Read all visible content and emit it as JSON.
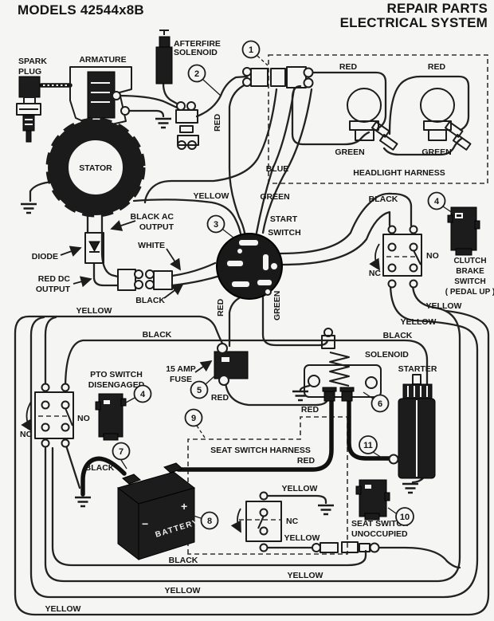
{
  "header": {
    "models": "MODELS 42544x8B",
    "title_line1": "REPAIR PARTS",
    "title_line2": "ELECTRICAL SYSTEM"
  },
  "colors": {
    "ink": "#1c1c1c",
    "paper": "#f5f5f3"
  },
  "components": {
    "spark_plug_1": "SPARK",
    "spark_plug_2": "PLUG",
    "armature": "ARMATURE",
    "afterfire_1": "AFTERFIRE",
    "afterfire_2": "SOLENOID",
    "stator": "STATOR",
    "headlight_harness": "HEADLIGHT HARNESS",
    "start_switch_1": "START",
    "start_switch_2": "SWITCH",
    "clutch_1": "CLUTCH",
    "clutch_2": "BRAKE",
    "clutch_3": "SWITCH",
    "clutch_4": "( PEDAL UP )",
    "clutch_no": "NO",
    "clutch_nc": "NC",
    "pto_1": "PTO SWITCH",
    "pto_2": "DISENGAGED",
    "pto_no": "NO",
    "pto_nc": "NC",
    "fuse_1": "15 AMP",
    "fuse_2": "FUSE",
    "solenoid": "SOLENOID",
    "starter": "STARTER",
    "battery": "BATTERY",
    "battery_plus": "+",
    "battery_minus": "−",
    "seat_harness": "SEAT SWITCH HARNESS",
    "seat_unoccupied_1": "SEAT SWITCH",
    "seat_unoccupied_2": "UNOCCUPIED",
    "seat_nc": "NC",
    "diode": "DIODE",
    "black_ac_1": "BLACK AC",
    "black_ac_2": "OUTPUT",
    "red_dc_1": "RED DC",
    "red_dc_2": "OUTPUT",
    "white": "WHITE",
    "black_ignition": "BLACK"
  },
  "wire_labels": [
    "RED",
    "RED",
    "RED",
    "GREEN",
    "GREEN",
    "BLUE",
    "YELLOW",
    "GREEN",
    "BLACK",
    "YELLOW",
    "YELLOW",
    "BLACK",
    "YELLOW",
    "BLACK",
    "RED",
    "GREEN",
    "RED",
    "RED",
    "RED",
    "BLACK",
    "BLACK",
    "YELLOW",
    "YELLOW",
    "YELLOW",
    "YELLOW",
    "YELLOW"
  ],
  "callouts": [
    "1",
    "2",
    "3",
    "4",
    "4",
    "5",
    "6",
    "7",
    "8",
    "9",
    "10",
    "11"
  ]
}
